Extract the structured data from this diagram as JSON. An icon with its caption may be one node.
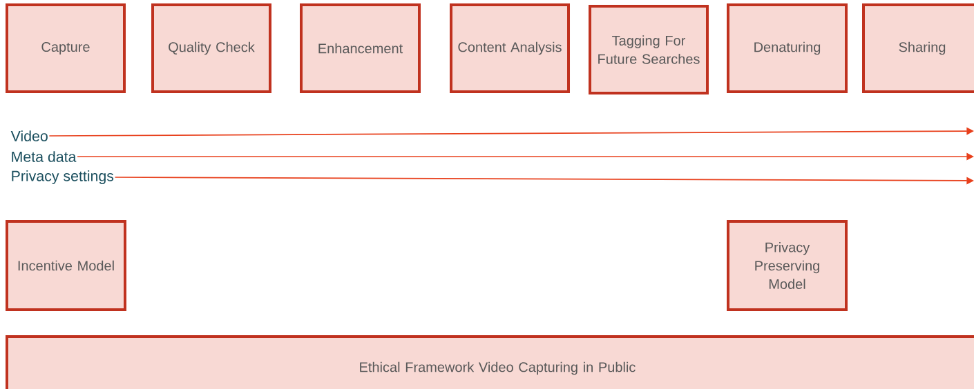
{
  "diagram": {
    "nodes": [
      {
        "text": [
          "Capture"
        ]
      },
      {
        "text": [
          "Quality Check"
        ]
      },
      {
        "text": [
          "Enhancement"
        ]
      },
      {
        "text": [
          "Content Analysis"
        ]
      },
      {
        "text": [
          "Tagging For Future Searches"
        ]
      },
      {
        "text": [
          "Denaturing"
        ]
      },
      {
        "text": [
          "Sharing"
        ]
      },
      {
        "text": [
          "Video"
        ]
      },
      {
        "text": [
          "Meta data"
        ]
      },
      {
        "text": [
          "Privacy settings"
        ]
      },
      {
        "text": [
          "Incentive Model"
        ]
      },
      {
        "text": [
          "Privacy Preserving Model"
        ]
      },
      {
        "text": [
          "Ethical Framework Video Capturing in Public"
        ]
      }
    ],
    "edges": [
      {
        "from": 7,
        "to": null,
        "arrow": "to"
      },
      {
        "from": 8,
        "to": null,
        "arrow": "to"
      },
      {
        "from": 9,
        "to": null,
        "arrow": "to"
      }
    ]
  }
}
